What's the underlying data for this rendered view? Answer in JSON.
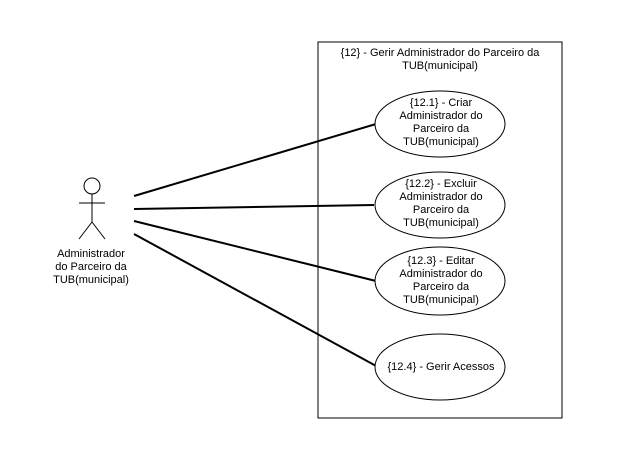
{
  "diagram": {
    "system": {
      "title": "{12} - Gerir Administrador do Parceiro da\nTUB(municipal)"
    },
    "actor": {
      "name": "Administrador\ndo Parceiro da\nTUB(municipal)"
    },
    "use_cases": [
      {
        "label": "{12.1} - Criar\nAdministrador do\nParceiro da\nTUB(municipal)"
      },
      {
        "label": "{12.2} - Excluir\nAdministrador do\nParceiro da\nTUB(municipal)"
      },
      {
        "label": "{12.3} - Editar\nAdministrador do\nParceiro da\nTUB(municipal)"
      },
      {
        "label": "{12.4} - Gerir Acessos"
      }
    ]
  }
}
